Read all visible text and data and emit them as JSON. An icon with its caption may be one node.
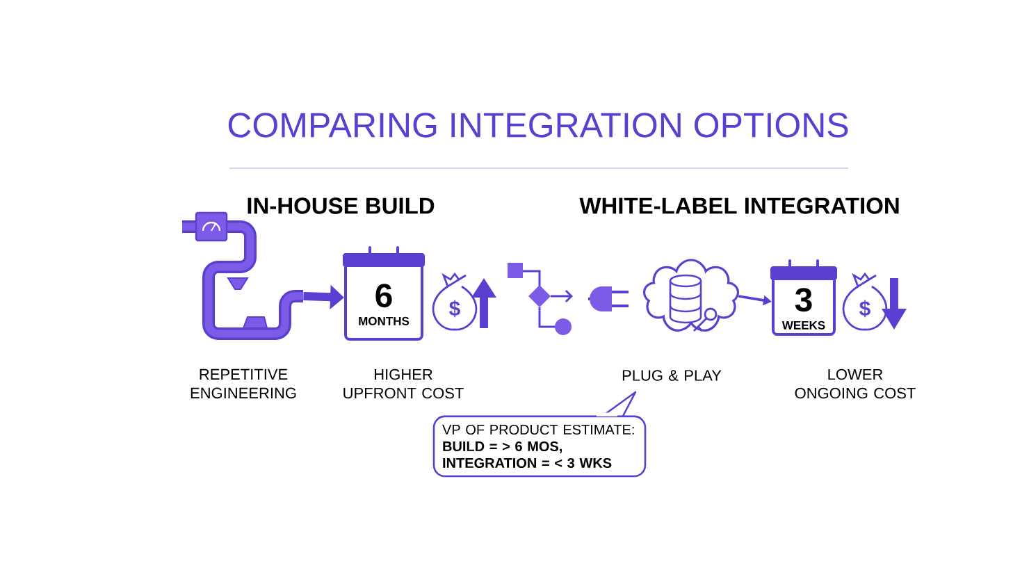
{
  "diagram": {
    "title": "COMPARING INTEGRATION OPTIONS",
    "nodes": [
      {
        "text": [],
        "shape": "picture"
      },
      {
        "text": [
          "6",
          "MONTHS"
        ]
      },
      {
        "text": [
          "$"
        ]
      },
      {
        "text": [],
        "shape": "picture"
      },
      {
        "text": [],
        "shape": "picture"
      },
      {
        "text": [],
        "shape": "cloud"
      },
      {
        "text": [
          "3",
          "WEEKS"
        ]
      },
      {
        "text": [
          "$"
        ]
      },
      {
        "text": [
          "VP OF PRODUCT ESTIMATE:",
          "BUILD = > 6 MOS, INTEGRATION = < 3 WKS"
        ]
      }
    ],
    "edges": [
      {
        "from": 0,
        "to": 1,
        "arrow": "to",
        "style": "thick"
      },
      {
        "from": 5,
        "to": 6,
        "arrow": "to"
      }
    ],
    "labels": [
      "IN-HOUSE BUILD",
      "WHITE-LABEL INTEGRATION",
      "REPETITIVE ENGINEERING",
      "HIGHER UPFRONT COST",
      "PLUG & PLAY",
      "LOWER ONGOING COST"
    ]
  }
}
